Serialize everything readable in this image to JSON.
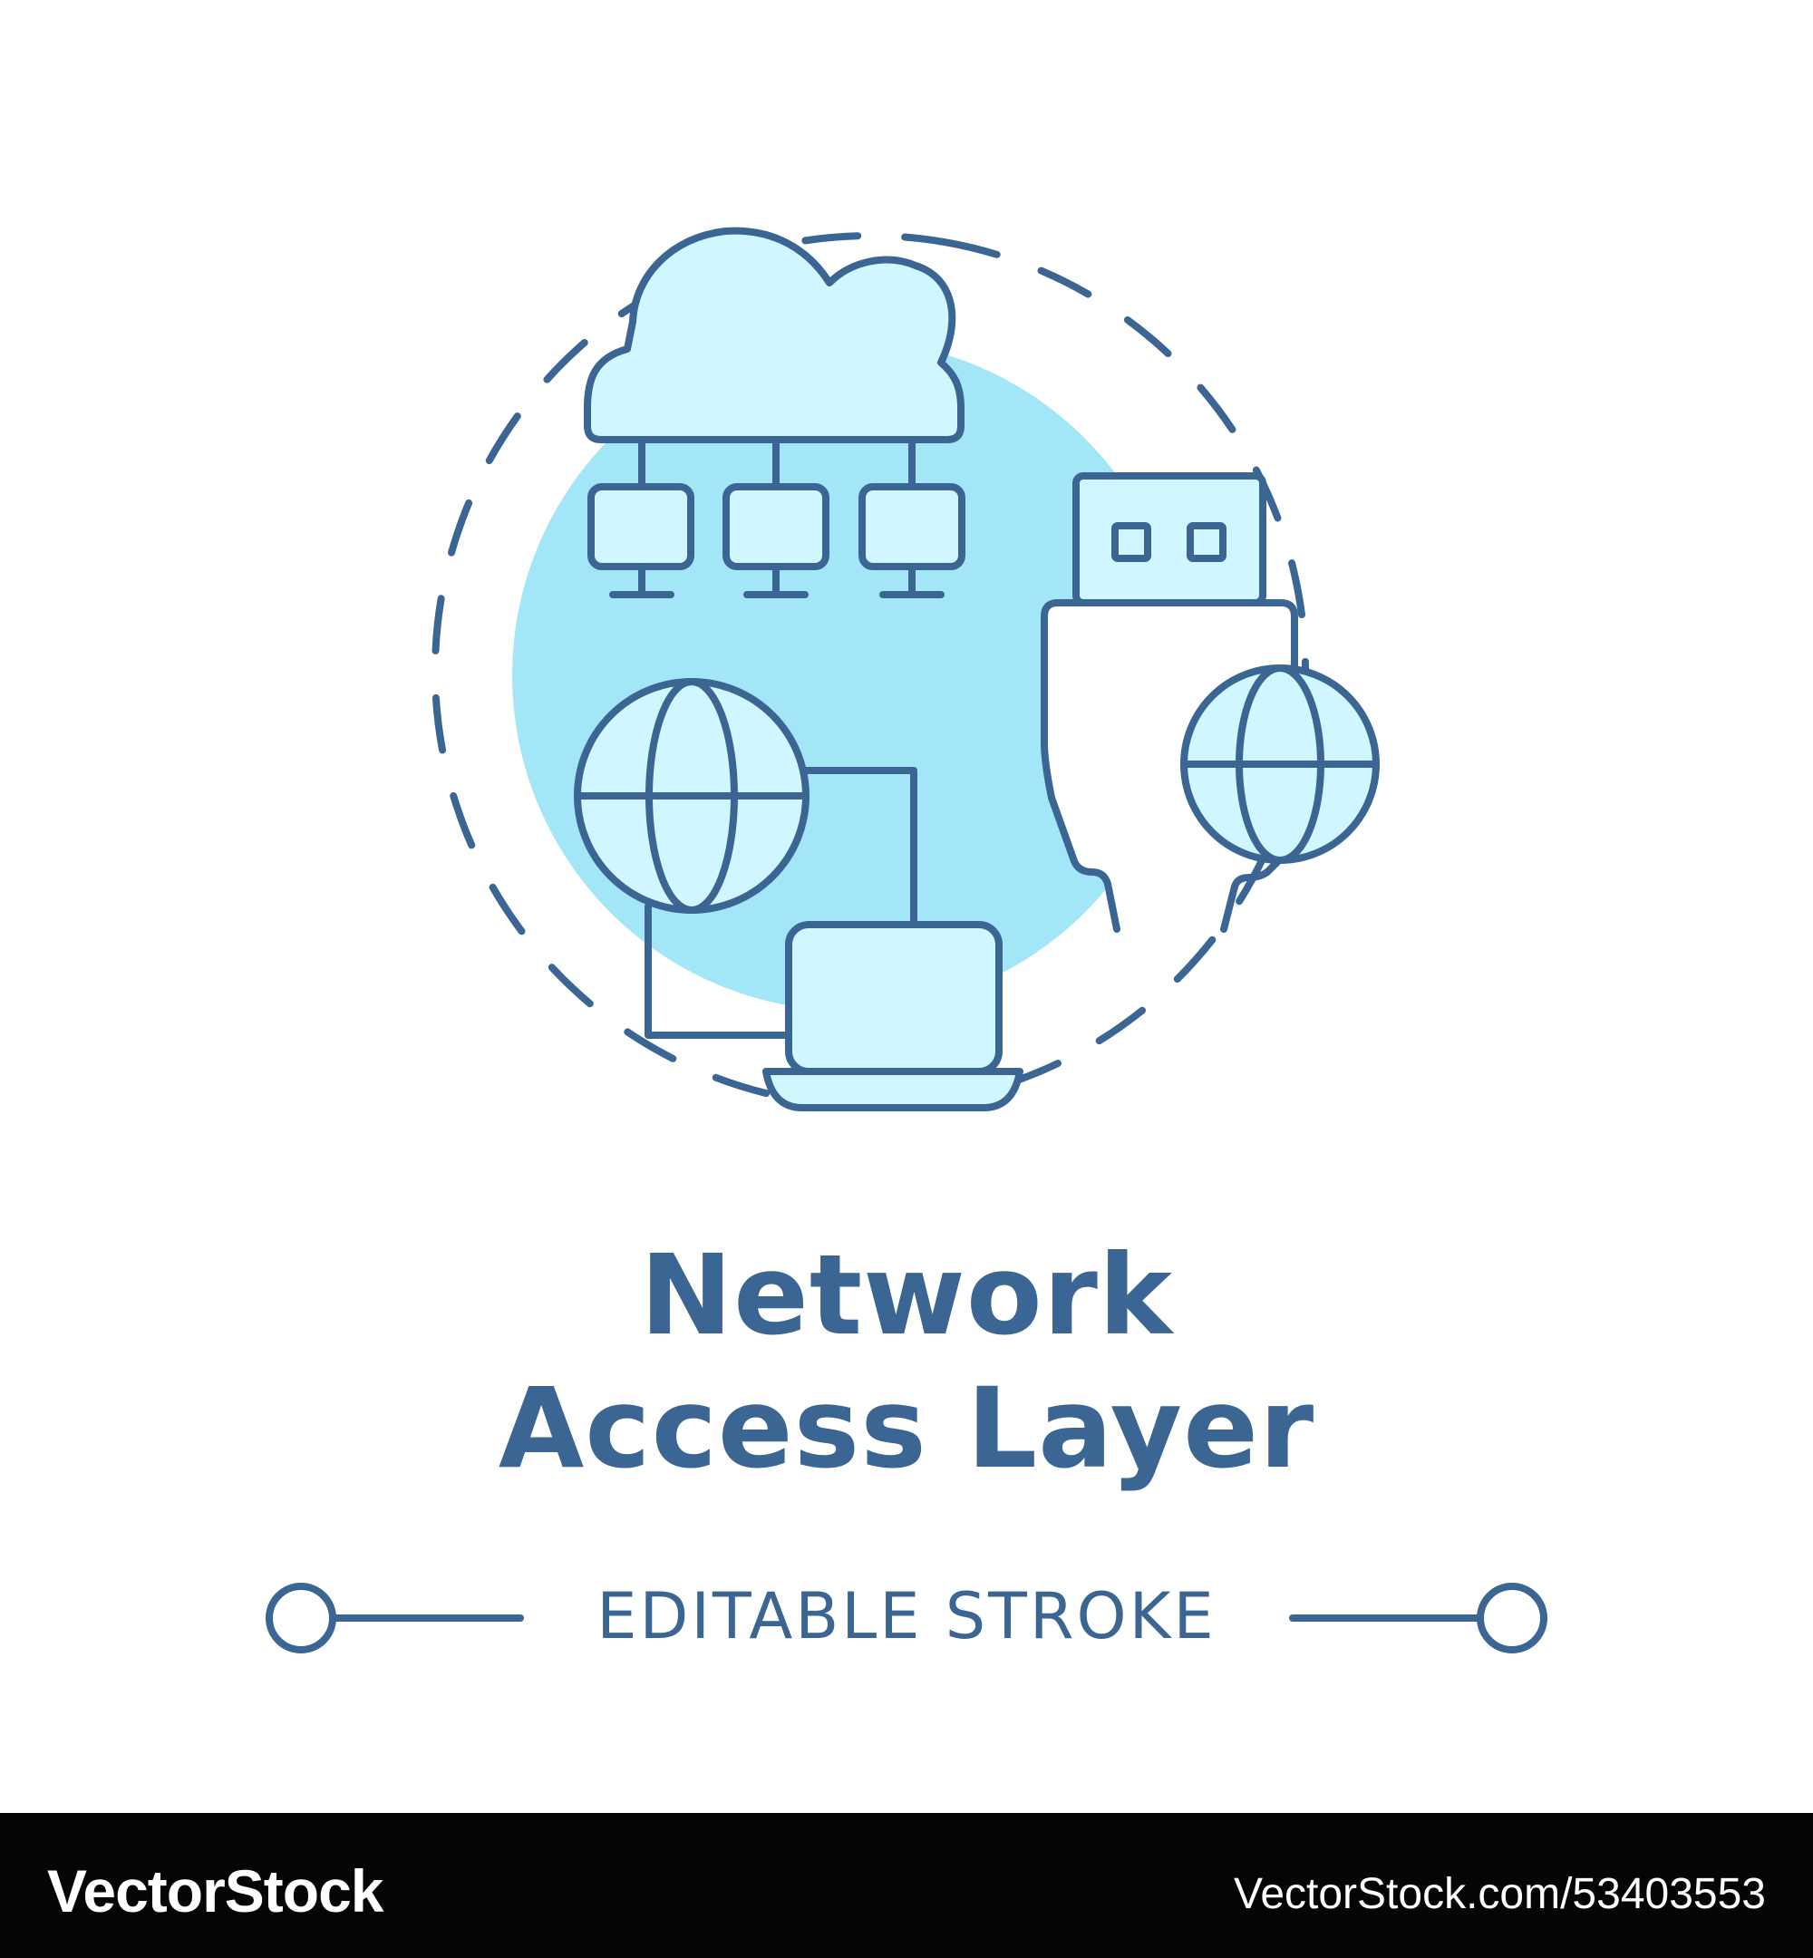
{
  "title": {
    "line1": "Network",
    "line2": "Access Layer"
  },
  "caption": "EDITABLE STROKE",
  "footer": {
    "brand": "VectorStock",
    "image_id": "VectorStock.com/53403553"
  },
  "colors": {
    "stroke": "#3b6592",
    "fill_light": "#d0f7ff",
    "backdrop_blue": "#a2e6f7",
    "footer_bg": "#050505"
  },
  "icons": [
    "cloud-icon",
    "computer-icon",
    "globe-icon",
    "laptop-icon",
    "usb-icon"
  ]
}
